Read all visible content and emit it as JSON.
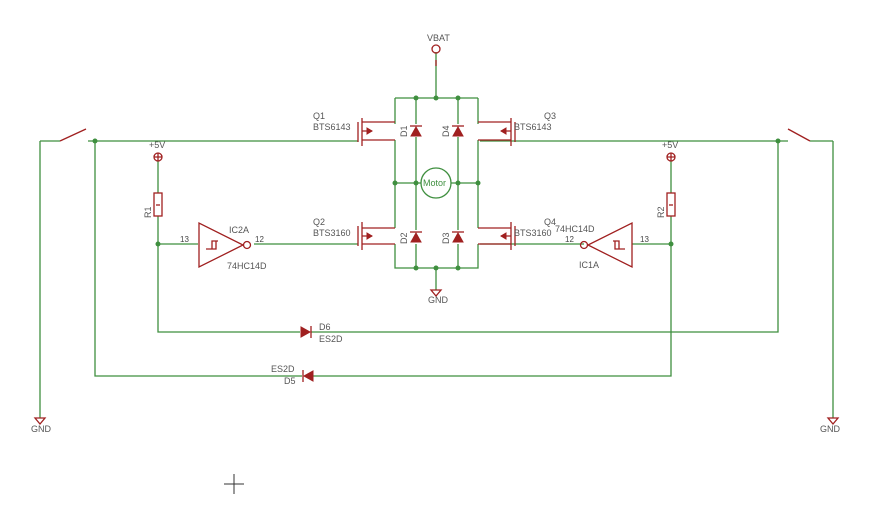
{
  "labels": {
    "vbat": "VBAT",
    "gnd_left": "GND",
    "gnd_right": "GND",
    "gnd_center": "GND",
    "vcc_left": "+5V",
    "vcc_right": "+5V",
    "motor": "Motor"
  },
  "transistors": {
    "q1": {
      "name": "Q1",
      "value": "BTS6143"
    },
    "q2": {
      "name": "Q2",
      "value": "BTS3160"
    },
    "q3": {
      "name": "Q3",
      "value": "BTS6143"
    },
    "q4": {
      "name": "Q4",
      "value": "BTS3160"
    }
  },
  "diodes": {
    "d1": "D1",
    "d2": "D2",
    "d3": "D3",
    "d4": "D4",
    "d5": {
      "name": "D5",
      "value": "ES2D"
    },
    "d6": {
      "name": "D6",
      "value": "ES2D"
    }
  },
  "resistors": {
    "r1": "R1",
    "r2": "R2"
  },
  "inverters": {
    "ic2a": {
      "name": "IC2A",
      "value": "74HC14D",
      "pin_in": "13",
      "pin_out": "12"
    },
    "ic1a": {
      "name": "IC1A",
      "value": "74HC14D",
      "pin_in": "13",
      "pin_out": "12"
    }
  }
}
